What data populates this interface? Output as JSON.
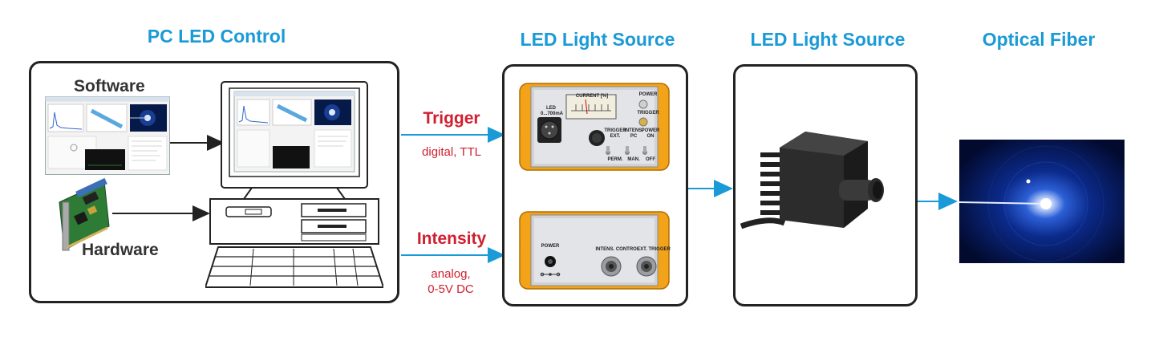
{
  "titles": {
    "pc": "PC LED Control",
    "led1": "LED Light Source",
    "led2": "LED Light Source",
    "fiber": "Optical Fiber"
  },
  "pc_box": {
    "software_label": "Software",
    "hardware_label": "Hardware"
  },
  "connections": {
    "trigger": {
      "label": "Trigger",
      "sub": "digital, TTL"
    },
    "intensity": {
      "label": "Intensity",
      "sub1": "analog,",
      "sub2": "0-5V DC"
    }
  },
  "device_front": {
    "current_label": "CURRENT [%]",
    "led_label": "LED",
    "led_range": "0...700mA",
    "power_label": "POWER",
    "trigger_label": "TRIGGER",
    "sw1_top": "TRIGGER EXT.",
    "sw1_bottom": "PERM.",
    "sw2_top": "INTENS. PC",
    "sw2_bottom": "MAN.",
    "sw3_top": "POWER ON",
    "sw3_bottom": "OFF"
  },
  "device_back": {
    "power_label": "POWER",
    "intens_label": "INTENS. CONTROL",
    "ext_label": "EXT. TRIGGER"
  },
  "colors": {
    "accent_blue": "#1a9ad6",
    "red": "#d02030",
    "orange": "#f3a31a"
  }
}
